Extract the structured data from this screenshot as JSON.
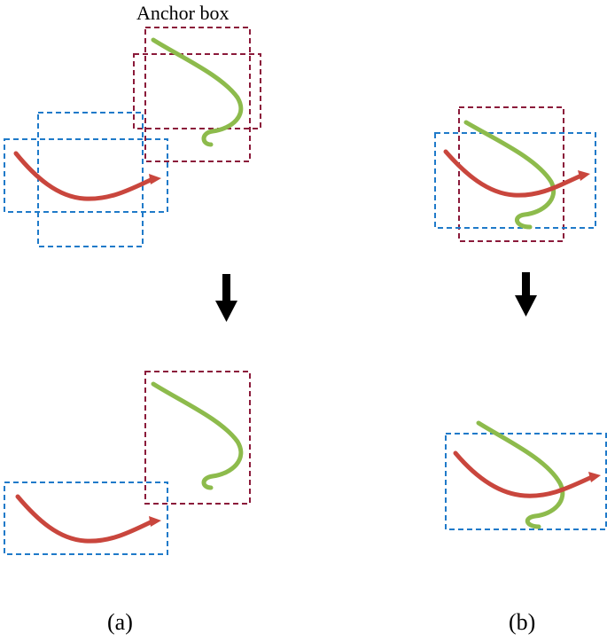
{
  "labels": {
    "anchor_box": "Anchor box",
    "panel_a": "(a)",
    "panel_b": "(b)"
  },
  "colors": {
    "red_box": "#8b1a3a",
    "blue_box": "#1f7ac9",
    "red_curve": "#c9463d",
    "green_curve": "#8dbb4c",
    "arrow": "#000000"
  }
}
